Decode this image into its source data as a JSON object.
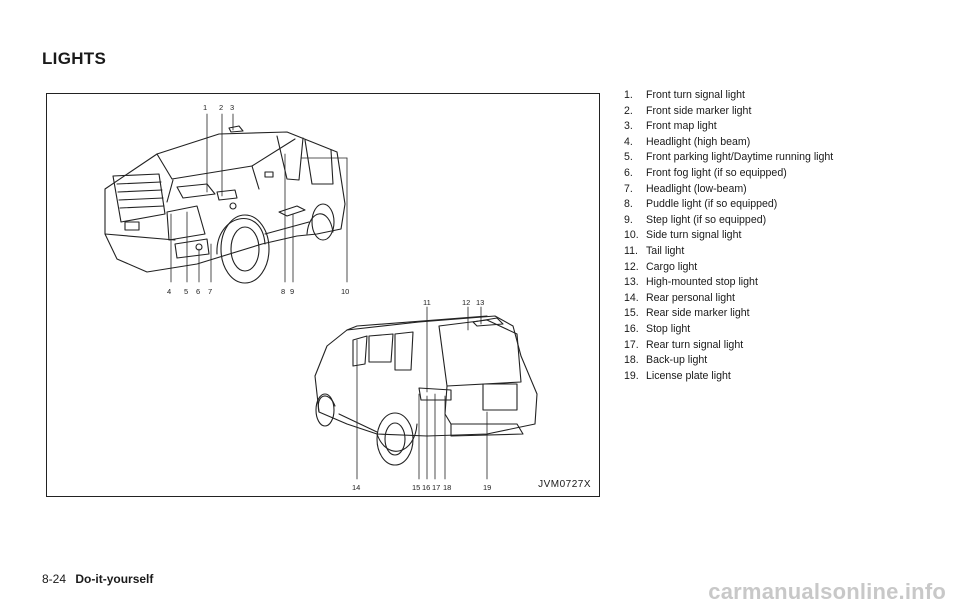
{
  "heading": "LIGHTS",
  "figure": {
    "code": "JVM0727X",
    "front_callouts": [
      "1",
      "2",
      "3",
      "4",
      "5",
      "6",
      "7",
      "8",
      "9",
      "10"
    ],
    "rear_callouts": [
      "11",
      "12",
      "13",
      "14",
      "15",
      "16",
      "17",
      "18",
      "19"
    ]
  },
  "legend": [
    {
      "num": "1.",
      "text": "Front turn signal light"
    },
    {
      "num": "2.",
      "text": "Front side marker light"
    },
    {
      "num": "3.",
      "text": "Front map light"
    },
    {
      "num": "4.",
      "text": "Headlight (high beam)"
    },
    {
      "num": "5.",
      "text": "Front parking light/Daytime running light"
    },
    {
      "num": "6.",
      "text": "Front fog light (if so equipped)"
    },
    {
      "num": "7.",
      "text": "Headlight (low-beam)"
    },
    {
      "num": "8.",
      "text": "Puddle light (if so equipped)"
    },
    {
      "num": "9.",
      "text": "Step light (if so equipped)"
    },
    {
      "num": "10.",
      "text": "Side turn signal light"
    },
    {
      "num": "11.",
      "text": "Tail light"
    },
    {
      "num": "12.",
      "text": "Cargo light"
    },
    {
      "num": "13.",
      "text": "High-mounted stop light"
    },
    {
      "num": "14.",
      "text": "Rear personal light"
    },
    {
      "num": "15.",
      "text": "Rear side marker light"
    },
    {
      "num": "16.",
      "text": "Stop light"
    },
    {
      "num": "17.",
      "text": "Rear turn signal light"
    },
    {
      "num": "18.",
      "text": "Back-up light"
    },
    {
      "num": "19.",
      "text": "License plate light"
    }
  ],
  "footer": {
    "page": "8-24",
    "section": "Do-it-yourself"
  },
  "watermark": "carmanualsonline.info"
}
